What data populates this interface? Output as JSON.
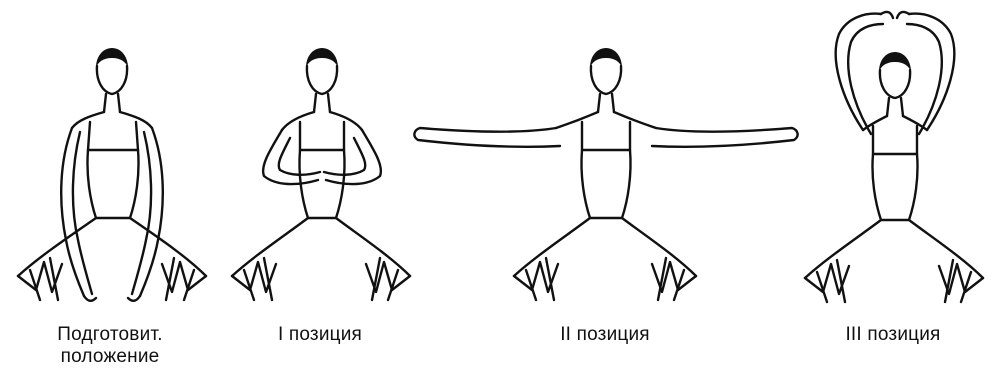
{
  "figures": [
    {
      "caption_line1": "Подготовит.",
      "caption_line2": "положение"
    },
    {
      "caption_line1": "I позиция"
    },
    {
      "caption_line1": "II позиция"
    },
    {
      "caption_line1": "III позиция"
    }
  ],
  "colors": {
    "ink": "#111111",
    "background": "#ffffff"
  }
}
